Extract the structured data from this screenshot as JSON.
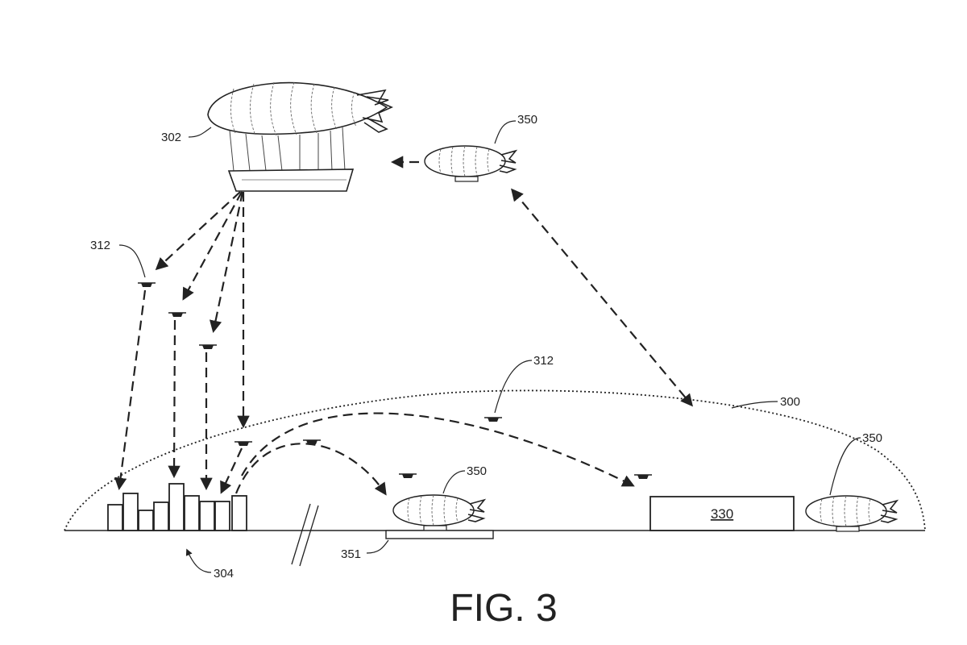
{
  "figure": {
    "title": "FIG. 3",
    "labels": {
      "main_airship": "302",
      "top_shuttle": "350",
      "drones_left": "312",
      "drones_dome": "312",
      "dome": "300",
      "right_shuttle": "350",
      "mid_shuttle": "350",
      "facility": "330",
      "landing_pad": "351",
      "city": "304"
    }
  }
}
